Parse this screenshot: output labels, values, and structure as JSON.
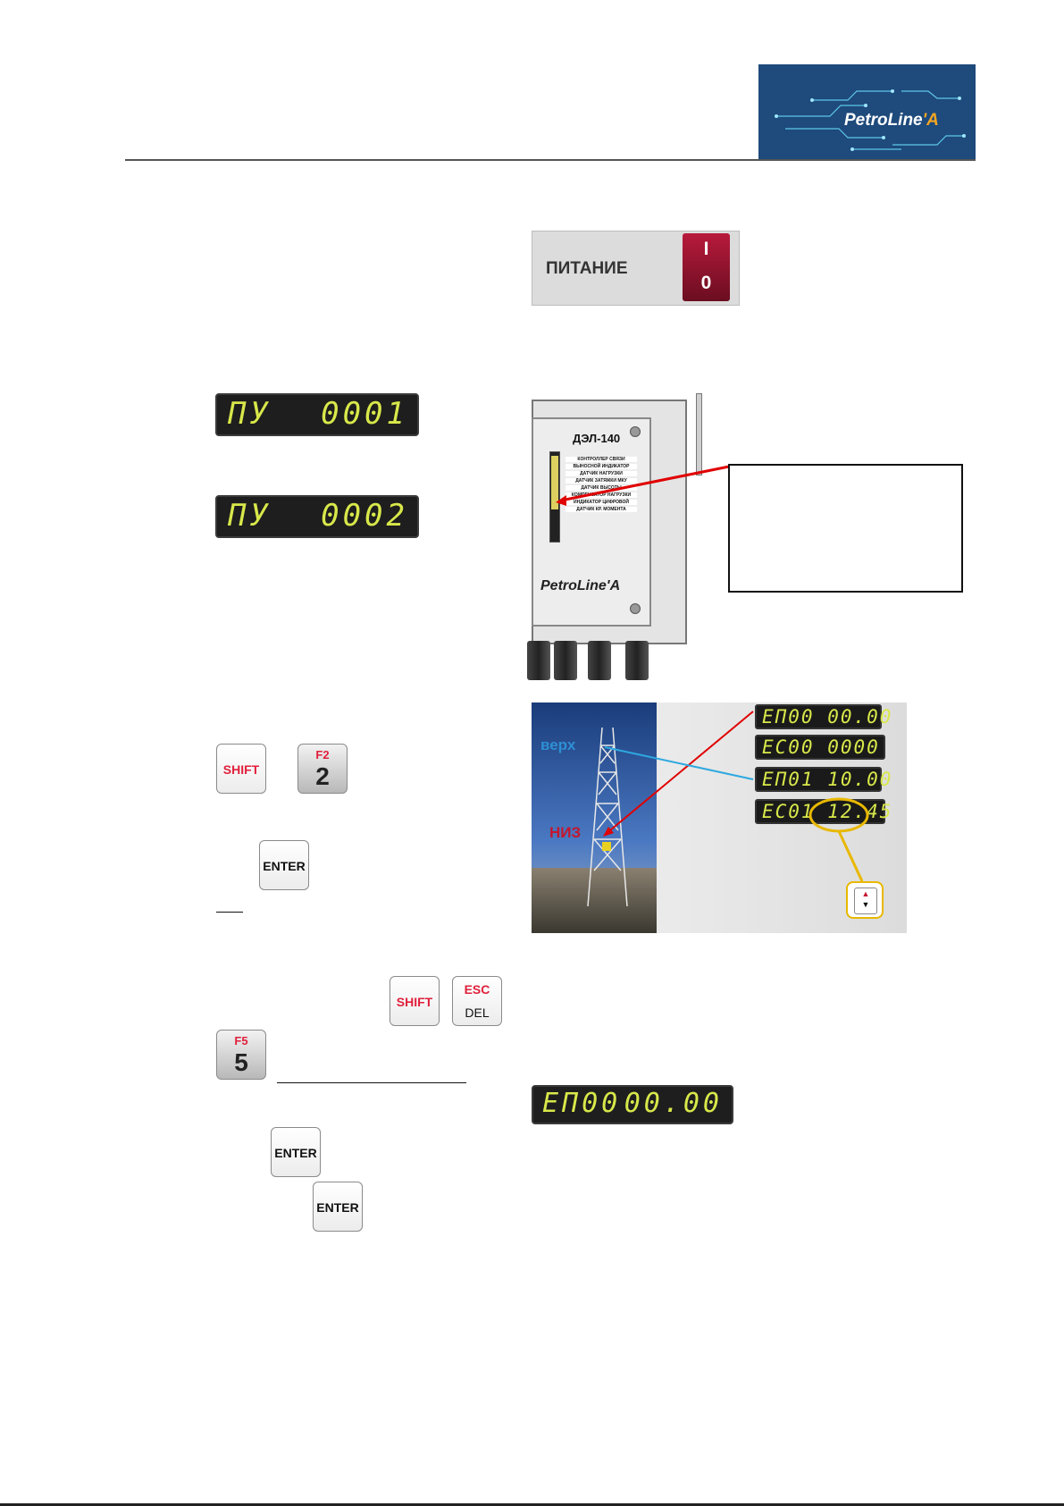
{
  "header": {
    "logo": {
      "name": "PetroLine",
      "suffix": "'A",
      "bg_color": "#1e4a7c",
      "accent_color": "#f5a623"
    }
  },
  "power_panel": {
    "label": "ПИТАНИЕ",
    "switch_on": "I",
    "switch_off": "0"
  },
  "displays": {
    "first": {
      "left": "ПУ",
      "right": "0001"
    },
    "second": {
      "left": "ПУ",
      "right": "0002"
    },
    "bottom": {
      "left": "ЕП00",
      "right": "00.00"
    }
  },
  "device": {
    "title": "ДЭЛ-140",
    "brand": "PetroLine'A",
    "list": [
      "КОНТРОЛЛЕР СВЯЗИ",
      "ВЫНОСНОЙ ИНДИКАТОР",
      "ДАТЧИК НАГРУЗКИ",
      "ДАТЧИК ЗАТЯЖКИ МКУ",
      "ДАТЧИК ВЫСОТЫ",
      "КОМПЕНСАТОР НАГРУЗКИ",
      "ИНДИКАТОР ЦИФРОВОЙ",
      "ДАТЧИК КР. МОМЕНТА"
    ]
  },
  "photo": {
    "label_top": "верх",
    "label_bottom": "НИЗ",
    "readouts": [
      "ЕП00 00.00",
      "ЕС00 0000",
      "ЕП01 10.00",
      "ЕС01 12.45"
    ],
    "arrow_up": "▲",
    "arrow_down": "▼",
    "highlight_color": "#e8b800"
  },
  "keys": {
    "shift": "SHIFT",
    "f2_top": "F2",
    "f2_main": "2",
    "enter": "ENTER",
    "esc_top": "ESC",
    "esc_main": "DEL",
    "f5_top": "F5",
    "f5_main": "5"
  }
}
